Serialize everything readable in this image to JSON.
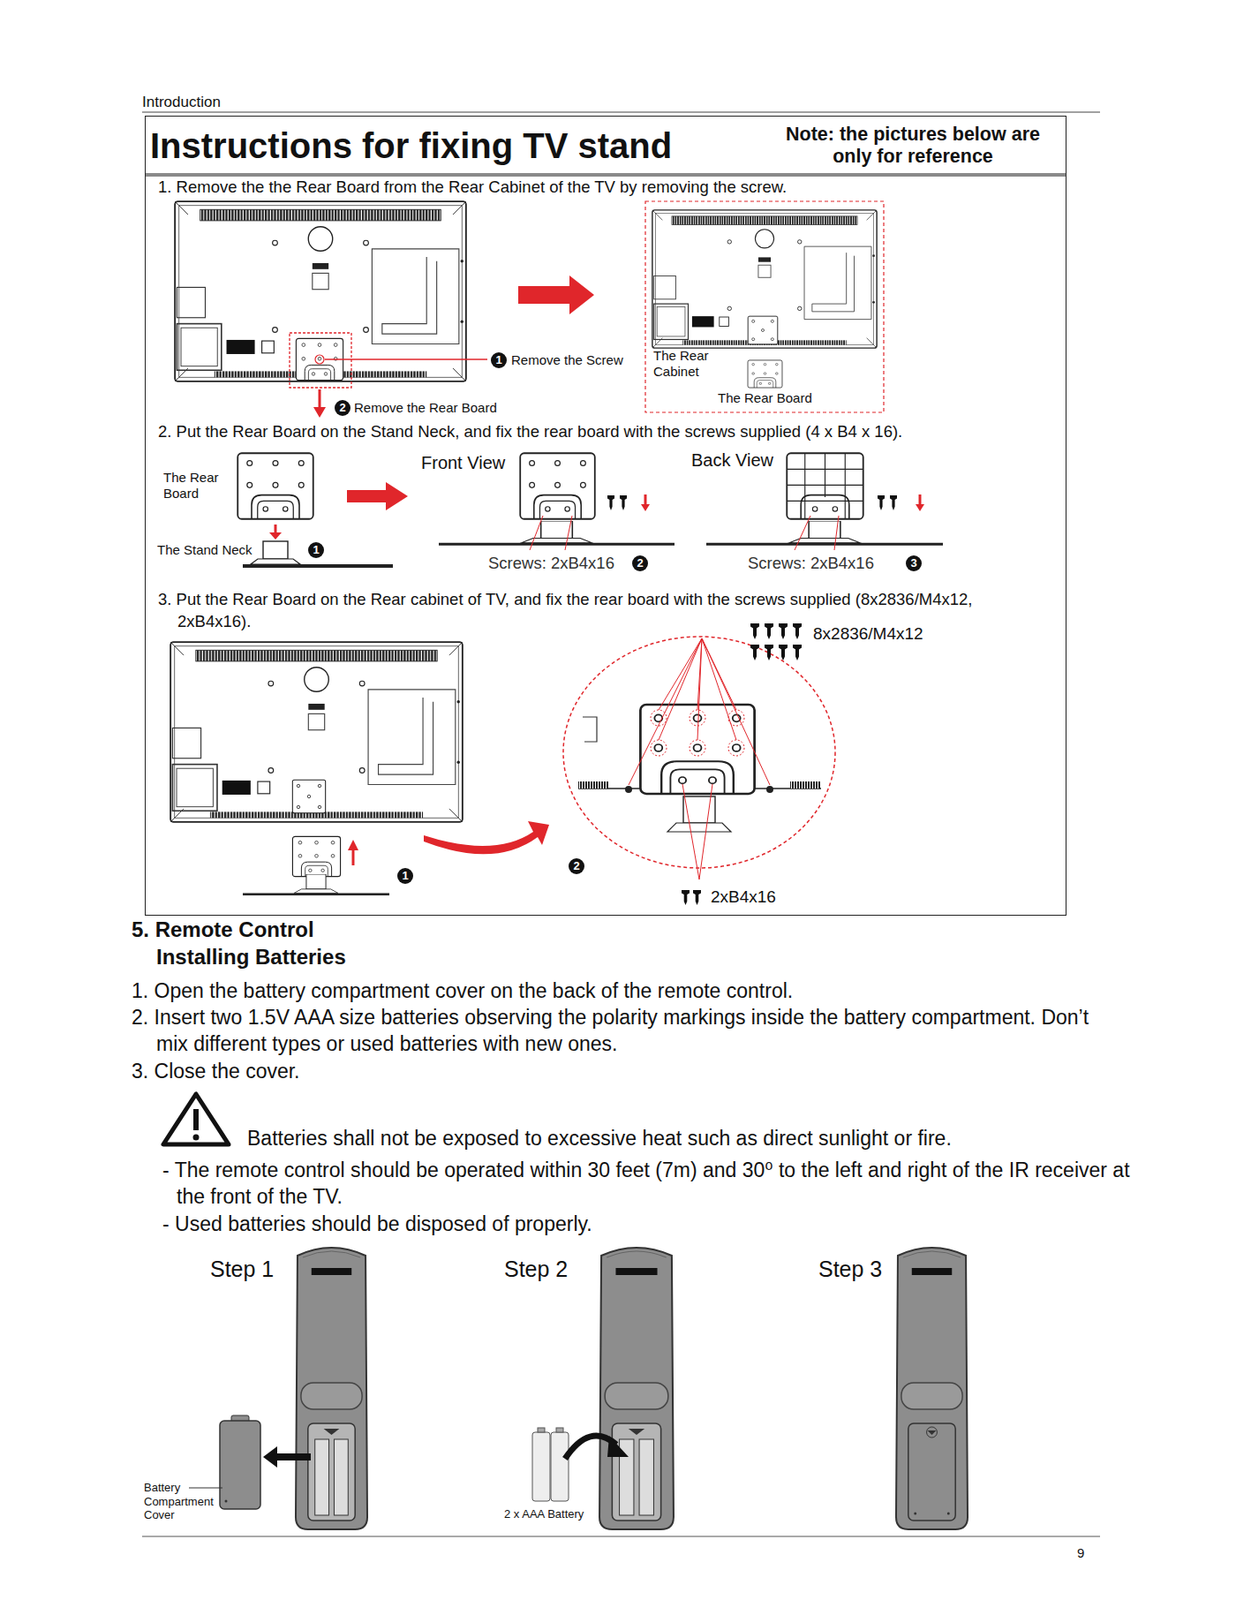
{
  "diagram": {
    "title": "Instructions for fixing TV stand",
    "nodes": [
      {
        "text": [
          "Note: the pictures below are only for reference",
          "1. Remove the the Rear Board from the Rear Cabinet of the TV by removing the screw.",
          "2. Put the Rear Board on the Stand Neck, and fix the rear board with the screws supplied (4 x B4 x 16).",
          "3. Put the Rear Board on the Rear cabinet of TV, and fix the rear board with the screws supplied (8x2836/M4x12, 2xB4x16)."
        ]
      }
    ],
    "labels": [
      "Introduction",
      "1",
      "Remove the Screw",
      "2",
      "Remove the Rear Board",
      "The Rear Cabinet",
      "The Rear Board",
      "The Rear Board",
      "The Stand Neck",
      "1",
      "Front View",
      "Screws: 2xB4x16",
      "2",
      "Back View",
      "Screws: 2xB4x16",
      "3",
      "8x2836/M4x12",
      "1",
      "2",
      "2xB4x16",
      "5. Remote Control",
      "Installing Batteries",
      "1. Open the battery compartment cover on the back of the remote control.",
      "2. Insert two 1.5V AAA size batteries observing the polarity markings inside the battery compartment. Don’t mix different types or used batteries with new ones.",
      "3. Close the cover.",
      "Batteries shall not be exposed to excessive heat such as direct sunlight or fire.",
      "- The remote control should be operated within 30 feet (7m) and 30⁰ to the left and right of the IR receiver at the front of the TV.",
      "- Used batteries should be disposed of properly.",
      "Step 1",
      "Step 2",
      "Step 3",
      "Battery Compartment Cover",
      "2 x AAA Battery",
      "9"
    ]
  }
}
